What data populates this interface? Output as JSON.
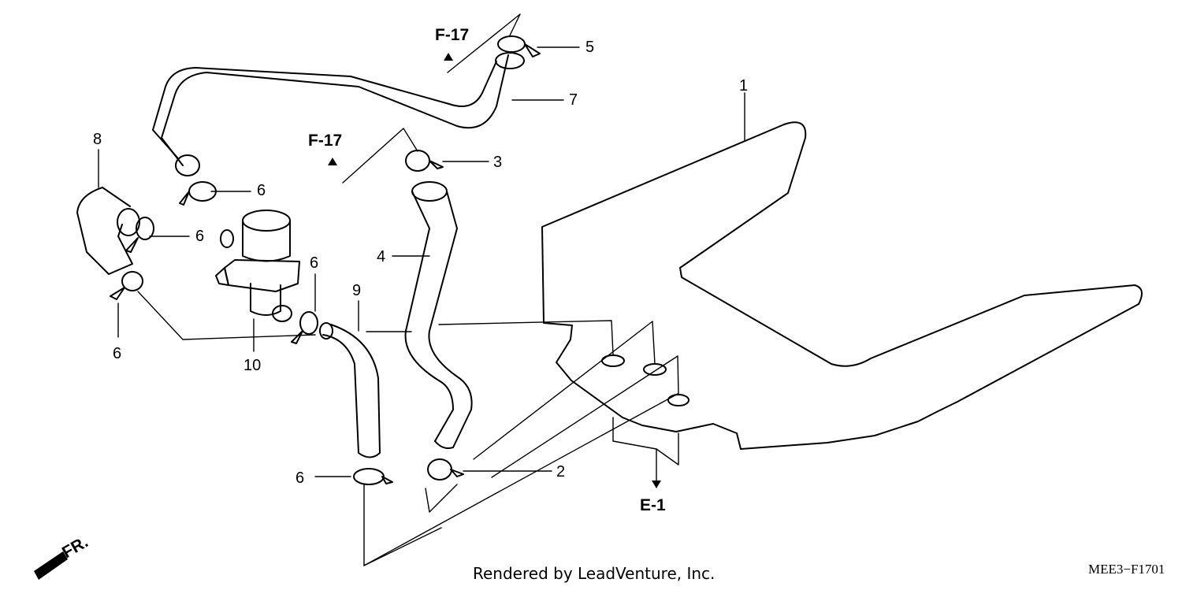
{
  "diagram": {
    "callouts": {
      "p1": "1",
      "p2": "2",
      "p3": "3",
      "p4": "4",
      "p5": "5",
      "p6a": "6",
      "p6b": "6",
      "p6c": "6",
      "p6d": "6",
      "p6e": "6",
      "p7": "7",
      "p8": "8",
      "p9": "9",
      "p10": "10"
    },
    "refs": {
      "f17_top": "F-17",
      "f17_mid": "F-17",
      "e1": "E-1"
    },
    "front_marker": "FR.",
    "footer": "Rendered by LeadVenture, Inc.",
    "code": "MEE3−F1701",
    "line_color": "#000000",
    "background": "#ffffff"
  }
}
